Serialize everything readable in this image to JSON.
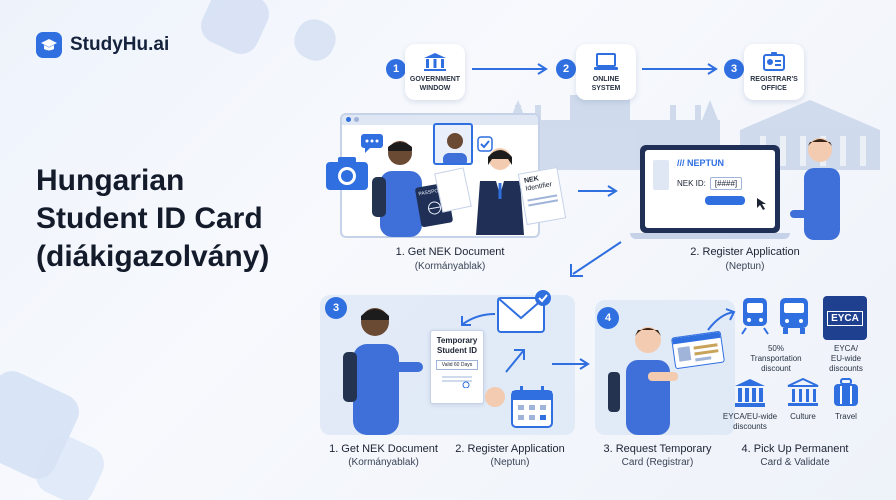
{
  "logo": {
    "text": "StudyHu.ai"
  },
  "title": {
    "line1": "Hungarian",
    "line2": "Student ID Card",
    "line3": "(diákigazolvány)"
  },
  "top_flow": [
    {
      "num": "1",
      "label1": "GOVERNMENT",
      "label2": "WINDOW"
    },
    {
      "num": "2",
      "label1": "ONLINE",
      "label2": "SYSTEM"
    },
    {
      "num": "3",
      "label1": "REGISTRAR'S",
      "label2": "OFFICE"
    }
  ],
  "panel1": {
    "nek_label1": "NEK",
    "nek_label2": "Identifier",
    "passport": "PASSPORT",
    "caption_title": "1. Get NEK Document",
    "caption_sub": "(Kormányablak)"
  },
  "panel2": {
    "brand": "/// NEPTUN",
    "field_label": "NEK ID:",
    "field_value": "[####]",
    "caption_title": "2. Register Application",
    "caption_sub": "(Neptun)"
  },
  "panel3": {
    "num": "3",
    "doc_title1": "Temporary",
    "doc_title2": "Student ID",
    "doc_valid": "Valid 60 Days",
    "caption_a_title": "1. Get NEK Document",
    "caption_a_sub": "(Kormányablak)",
    "caption_b_title": "2. Register Application",
    "caption_b_sub": "(Neptun)"
  },
  "panel4": {
    "num": "4",
    "caption_a_title": "3. Request Temporary",
    "caption_a_sub": "Card (Registrar)",
    "caption_b_title": "4. Pick Up Permanent",
    "caption_b_sub": "Card & Validate"
  },
  "benefits": {
    "transport_l1": "50%",
    "transport_l2": "Transportation",
    "transport_l3": "discount",
    "eyca_badge": "EYCA",
    "eyca_l1": "EYCA/",
    "eyca_l2": "EU-wide",
    "eyca_l3": "discounts",
    "bank_l1": "EYCA/EU-wide",
    "bank_l2": "discounts",
    "culture": "Culture",
    "travel": "Travel"
  },
  "colors": {
    "accent": "#2f6fe0",
    "shirt": "#3f6fd8",
    "dark": "#141c2c"
  }
}
